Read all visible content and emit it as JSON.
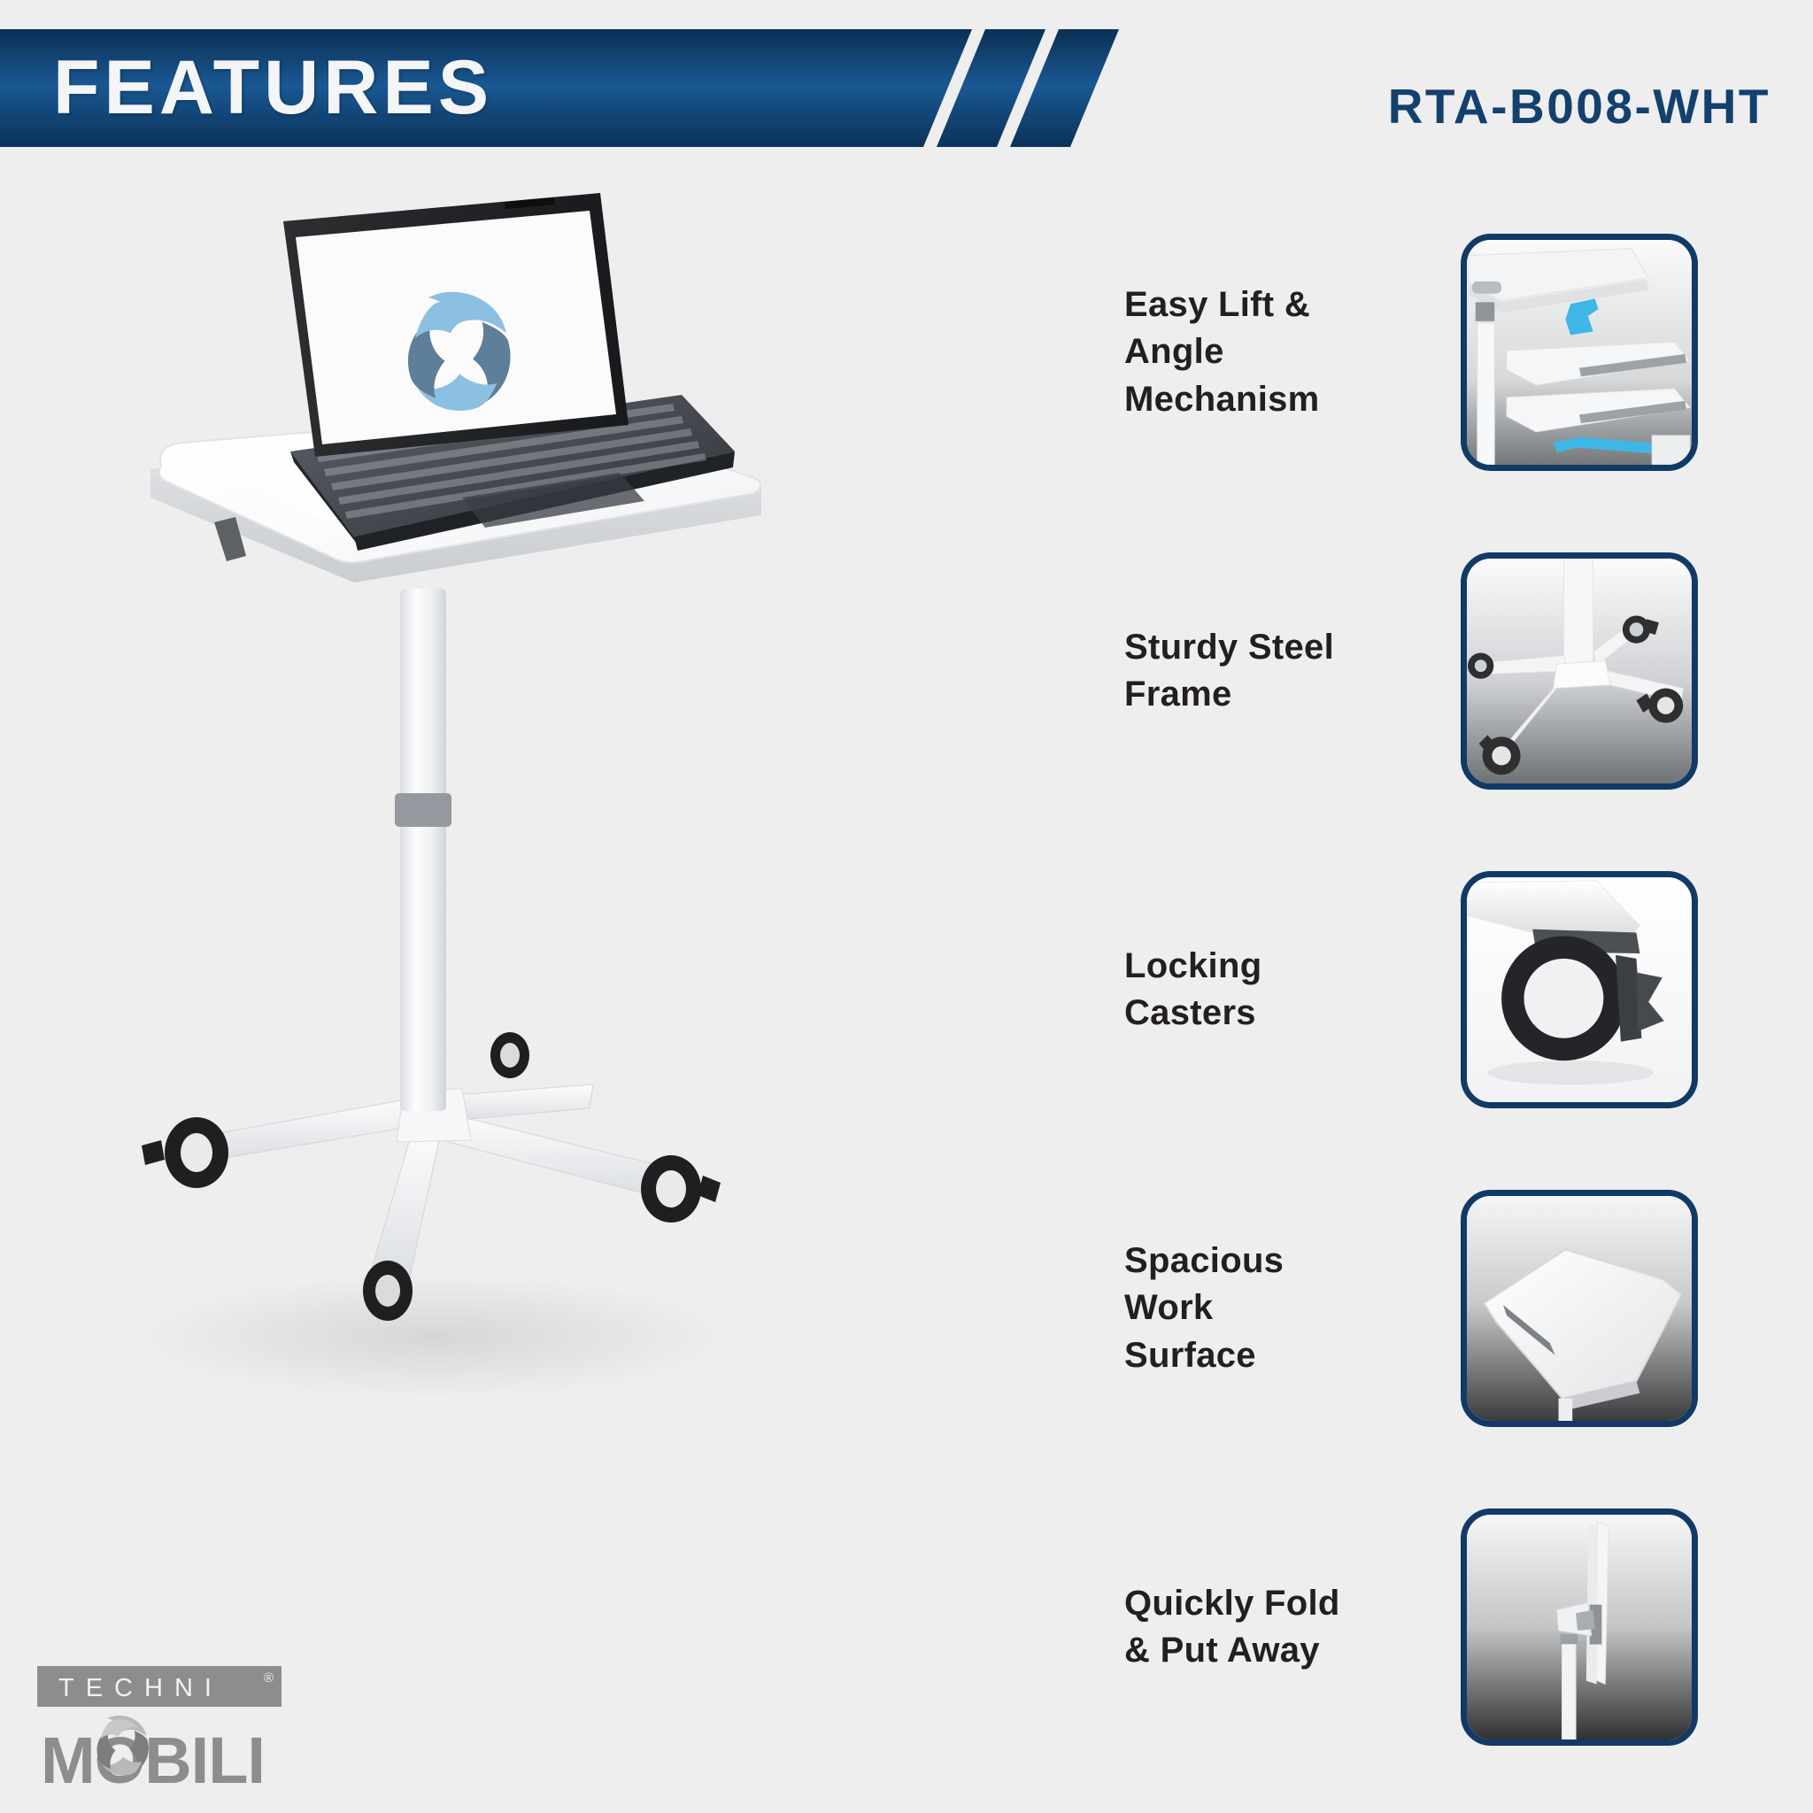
{
  "header": {
    "title": "FEATURES",
    "model_code": "RTA-B008-WHT",
    "banner_color_dark": "#0c3359",
    "banner_color_light": "#18538c",
    "stripe_color": "#eeeeee"
  },
  "brand": {
    "name_top": "TECHNI",
    "name_bottom": "MOBILI",
    "registered_mark": "®",
    "logo_gray": "#8d8d8d"
  },
  "hero": {
    "alt": "white mobile laptop desk cart with laptop on top",
    "screen_logo": "aperture-shutter-logo",
    "accent_blue_light": "#8fc2e3",
    "accent_blue_dark": "#5f7e99"
  },
  "features": [
    {
      "label": "Easy Lift &\nAngle\nMechanism",
      "thumb_name": "easy-lift-angle-mechanism-thumbnail",
      "accent": "#3fb6e6"
    },
    {
      "label": "Sturdy Steel\nFrame",
      "thumb_name": "sturdy-steel-frame-thumbnail",
      "accent": "#3a3a3a"
    },
    {
      "label": "Locking\nCasters",
      "thumb_name": "locking-casters-thumbnail",
      "accent": "#2b2b2b"
    },
    {
      "label": "Spacious\nWork\nSurface",
      "thumb_name": "spacious-work-surface-thumbnail",
      "accent": "#7d7d7d"
    },
    {
      "label": "Quickly Fold\n& Put Away",
      "thumb_name": "quickly-fold-put-away-thumbnail",
      "accent": "#9a9a9a"
    }
  ],
  "theme": {
    "background": "#eeeeee",
    "text_color": "#231f20",
    "thumb_border": "#123a66"
  }
}
